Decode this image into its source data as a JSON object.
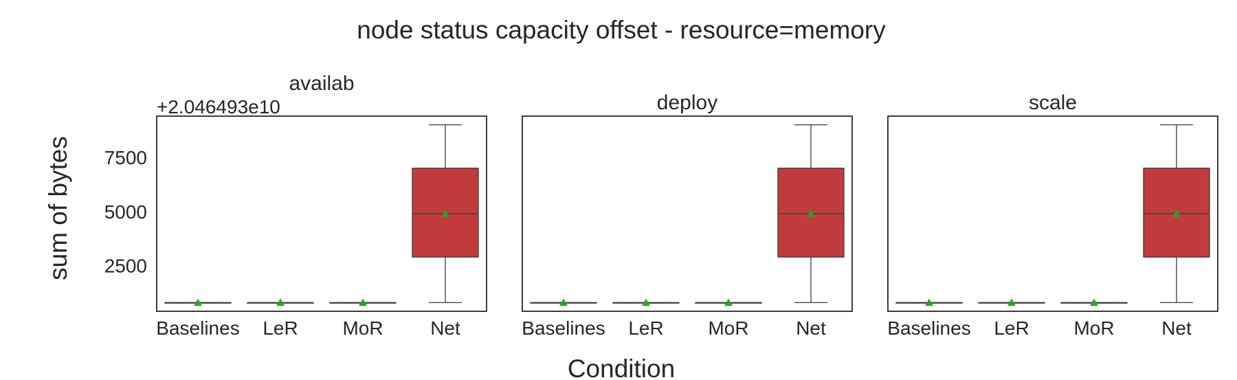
{
  "chart_data": {
    "type": "box",
    "title": "node status capacity offset - resource=memory",
    "xlabel": "Condition",
    "ylabel": "sum of bytes",
    "y_offset_label": "+2.046493e10",
    "ylim": [
      400,
      9400
    ],
    "yticks": [
      2500,
      5000,
      7500
    ],
    "categories": [
      "Baselines",
      "LeR",
      "MoR",
      "Net"
    ],
    "grid": false,
    "colors": {
      "box": "#c23b3c",
      "mean_marker": "#2ca02c",
      "line": "#3a3a3a"
    },
    "panels": [
      {
        "title": "availab",
        "boxes": [
          {
            "category": "Baselines",
            "min": 800,
            "q1": 800,
            "median": 800,
            "q3": 800,
            "max": 800,
            "mean": 800
          },
          {
            "category": "LeR",
            "min": 800,
            "q1": 800,
            "median": 800,
            "q3": 800,
            "max": 800,
            "mean": 800
          },
          {
            "category": "MoR",
            "min": 800,
            "q1": 800,
            "median": 800,
            "q3": 800,
            "max": 800,
            "mean": 800
          },
          {
            "category": "Net",
            "min": 800,
            "q1": 2900,
            "median": 4900,
            "q3": 7000,
            "max": 9000,
            "mean": 4900
          }
        ]
      },
      {
        "title": "deploy",
        "boxes": [
          {
            "category": "Baselines",
            "min": 800,
            "q1": 800,
            "median": 800,
            "q3": 800,
            "max": 800,
            "mean": 800
          },
          {
            "category": "LeR",
            "min": 800,
            "q1": 800,
            "median": 800,
            "q3": 800,
            "max": 800,
            "mean": 800
          },
          {
            "category": "MoR",
            "min": 800,
            "q1": 800,
            "median": 800,
            "q3": 800,
            "max": 800,
            "mean": 800
          },
          {
            "category": "Net",
            "min": 800,
            "q1": 2900,
            "median": 4900,
            "q3": 7000,
            "max": 9000,
            "mean": 4900
          }
        ]
      },
      {
        "title": "scale",
        "boxes": [
          {
            "category": "Baselines",
            "min": 800,
            "q1": 800,
            "median": 800,
            "q3": 800,
            "max": 800,
            "mean": 800
          },
          {
            "category": "LeR",
            "min": 800,
            "q1": 800,
            "median": 800,
            "q3": 800,
            "max": 800,
            "mean": 800
          },
          {
            "category": "MoR",
            "min": 800,
            "q1": 800,
            "median": 800,
            "q3": 800,
            "max": 800,
            "mean": 800
          },
          {
            "category": "Net",
            "min": 800,
            "q1": 2900,
            "median": 4900,
            "q3": 7000,
            "max": 9000,
            "mean": 4900
          }
        ]
      }
    ]
  }
}
